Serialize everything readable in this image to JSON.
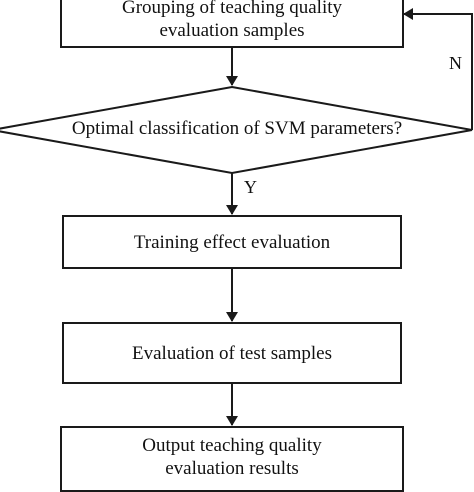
{
  "flowchart": {
    "nodes": {
      "grouping": {
        "line1": "Grouping of teaching quality",
        "line2": "evaluation samples"
      },
      "decision": {
        "text": "Optimal classification of SVM parameters?"
      },
      "training": {
        "text": "Training effect evaluation"
      },
      "test": {
        "text": "Evaluation of test samples"
      },
      "output": {
        "line1": "Output teaching quality",
        "line2": "evaluation results"
      }
    },
    "edges": {
      "no_label": "N",
      "yes_label": "Y"
    },
    "colors": {
      "stroke": "#1a1a1a",
      "background": "#ffffff",
      "text": "#111111"
    }
  }
}
